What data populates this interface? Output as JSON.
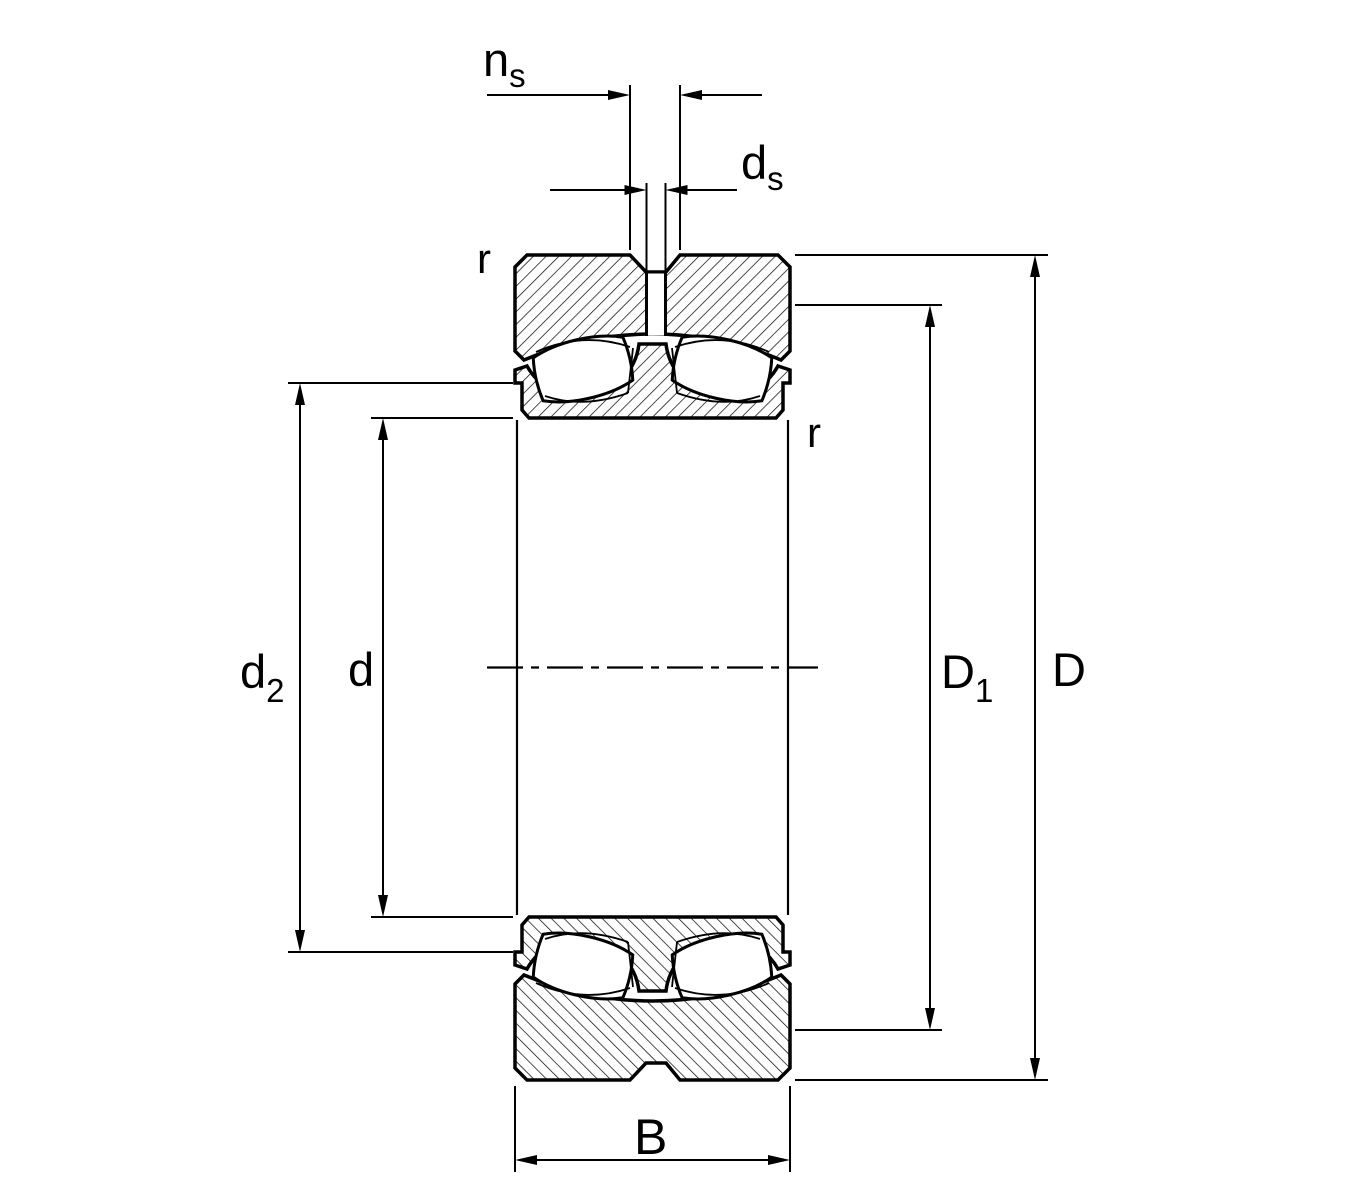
{
  "diagram": {
    "type": "spherical-roller-bearing-cross-section",
    "labels": {
      "groove_width": {
        "main": "n",
        "sub": "s"
      },
      "hole_diameter": {
        "main": "d",
        "sub": "s"
      },
      "chamfer_outer": "r",
      "chamfer_inner": "r",
      "recess_diameter": {
        "main": "d",
        "sub": "2"
      },
      "bore_diameter": "d",
      "shoulder_diameter": {
        "main": "D",
        "sub": "1"
      },
      "outside_diameter": "D",
      "width": "B"
    },
    "colors": {
      "line": "#000000",
      "background": "#ffffff"
    }
  }
}
